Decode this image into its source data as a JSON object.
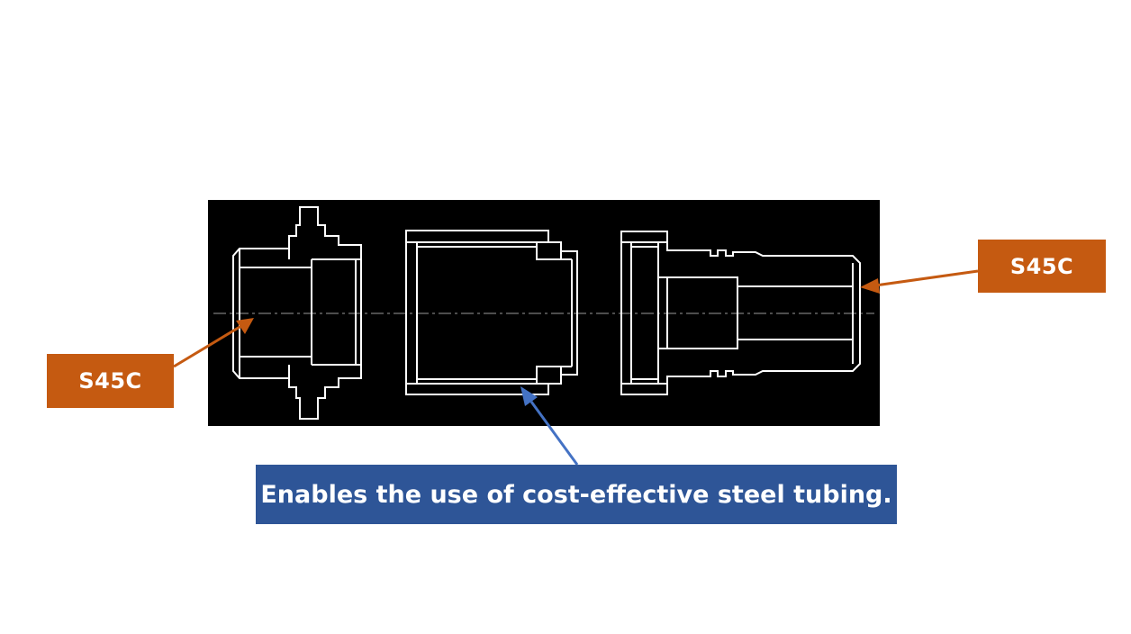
{
  "labels": {
    "left": "S45C",
    "right": "S45C",
    "bottom": "Enables the use of cost-effective steel tubing."
  },
  "colors": {
    "orange_callout": "#c55a11",
    "blue_callout": "#2e5597",
    "blue_arrow": "#4472c4",
    "drawing_background": "#000000",
    "drawing_lines": "#ffffff",
    "centerline": "#9a9a9a"
  }
}
